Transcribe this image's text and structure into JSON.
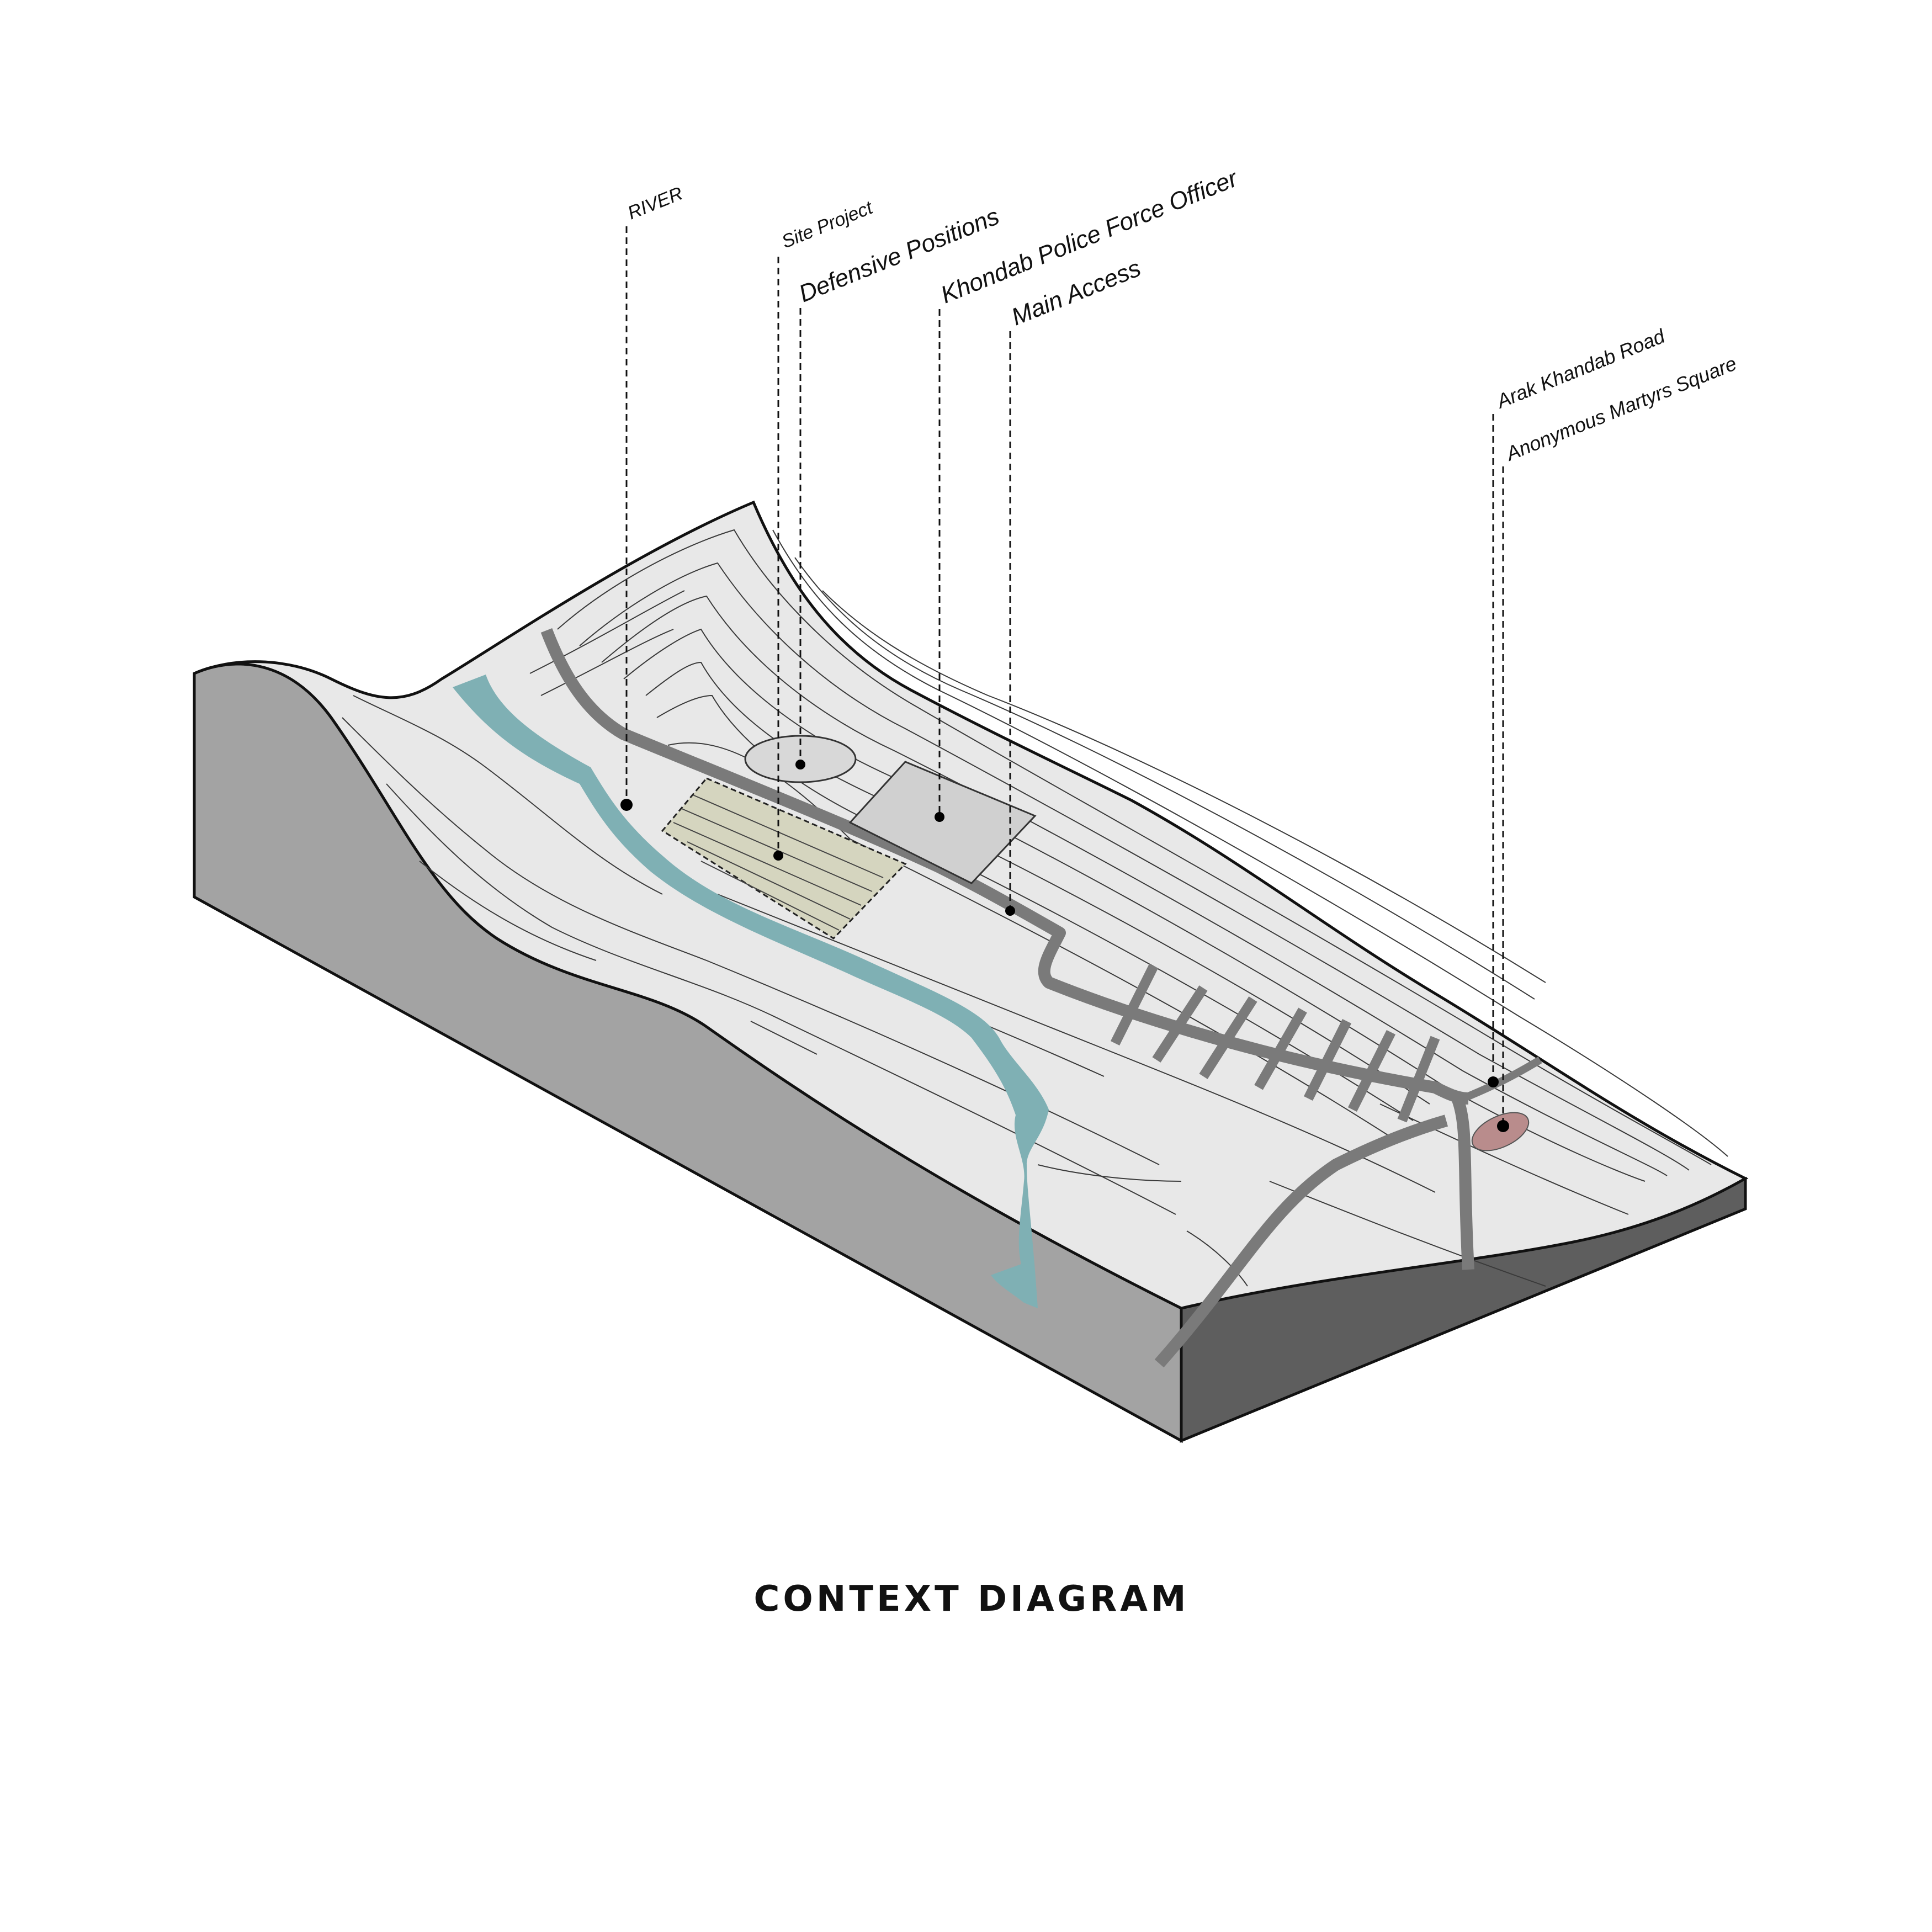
{
  "diagram": {
    "title": "CONTEXT DIAGRAM",
    "labels": {
      "river": "RIVER",
      "site_project": "Site Project",
      "defensive_positions": "Defensive  Positions",
      "police": "Khondab Police Force Officer",
      "main_access": "Main Access",
      "arak_road": "Arak Khandab Road",
      "martyrs_square": "Anonymous Martyrs Square"
    },
    "colors": {
      "terrain_top": "#e8e8e8",
      "side_left": "#a3a3a3",
      "side_right": "#5e5e5e",
      "river": "#7fb0b4",
      "site": "#d5d5bf",
      "police_area": "#d0d0d0",
      "road": "#7a7a7a",
      "square": "#b98c8c"
    }
  }
}
